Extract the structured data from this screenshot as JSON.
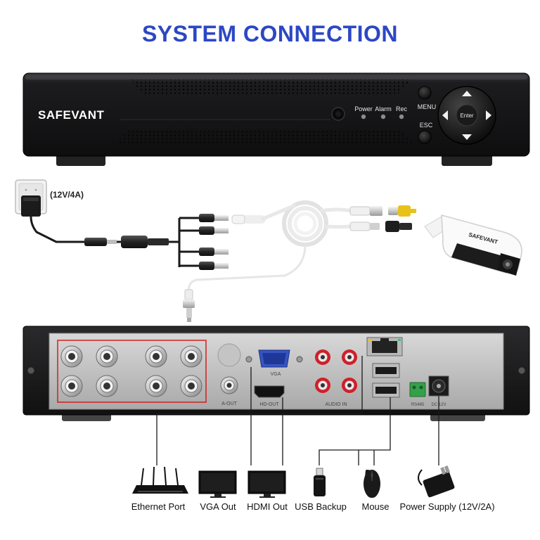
{
  "title": "SYSTEM CONNECTION",
  "dvr_front": {
    "brand": "SAFEVANT",
    "leds": [
      "Power",
      "Alarm",
      "Rec"
    ],
    "menu_label": "MENU",
    "esc_label": "ESC",
    "enter_label": "Enter"
  },
  "power_adapter": {
    "label": "(12V/4A)"
  },
  "camera": {
    "brand": "SAFEVANT"
  },
  "dvr_back": {
    "port_labels": {
      "vga": "VGA",
      "hdmi": "HD-OUT",
      "audio_out": "A-OUT",
      "audio_in": "AUDIO IN",
      "rs485": "RS485",
      "dc": "DC 12V"
    }
  },
  "peripherals": [
    {
      "name": "ethernet-port",
      "label": "Ethernet Port",
      "icon": "router-icon"
    },
    {
      "name": "vga-out",
      "label": "VGA Out",
      "icon": "monitor-icon"
    },
    {
      "name": "hdmi-out",
      "label": "HDMI Out",
      "icon": "monitor-icon"
    },
    {
      "name": "usb-backup",
      "label": "USB Backup",
      "icon": "usb-drive-icon"
    },
    {
      "name": "mouse",
      "label": "Mouse",
      "icon": "mouse-icon"
    },
    {
      "name": "power-supply",
      "label": "Power Supply (12V/2A)",
      "icon": "power-adapter-icon"
    }
  ]
}
